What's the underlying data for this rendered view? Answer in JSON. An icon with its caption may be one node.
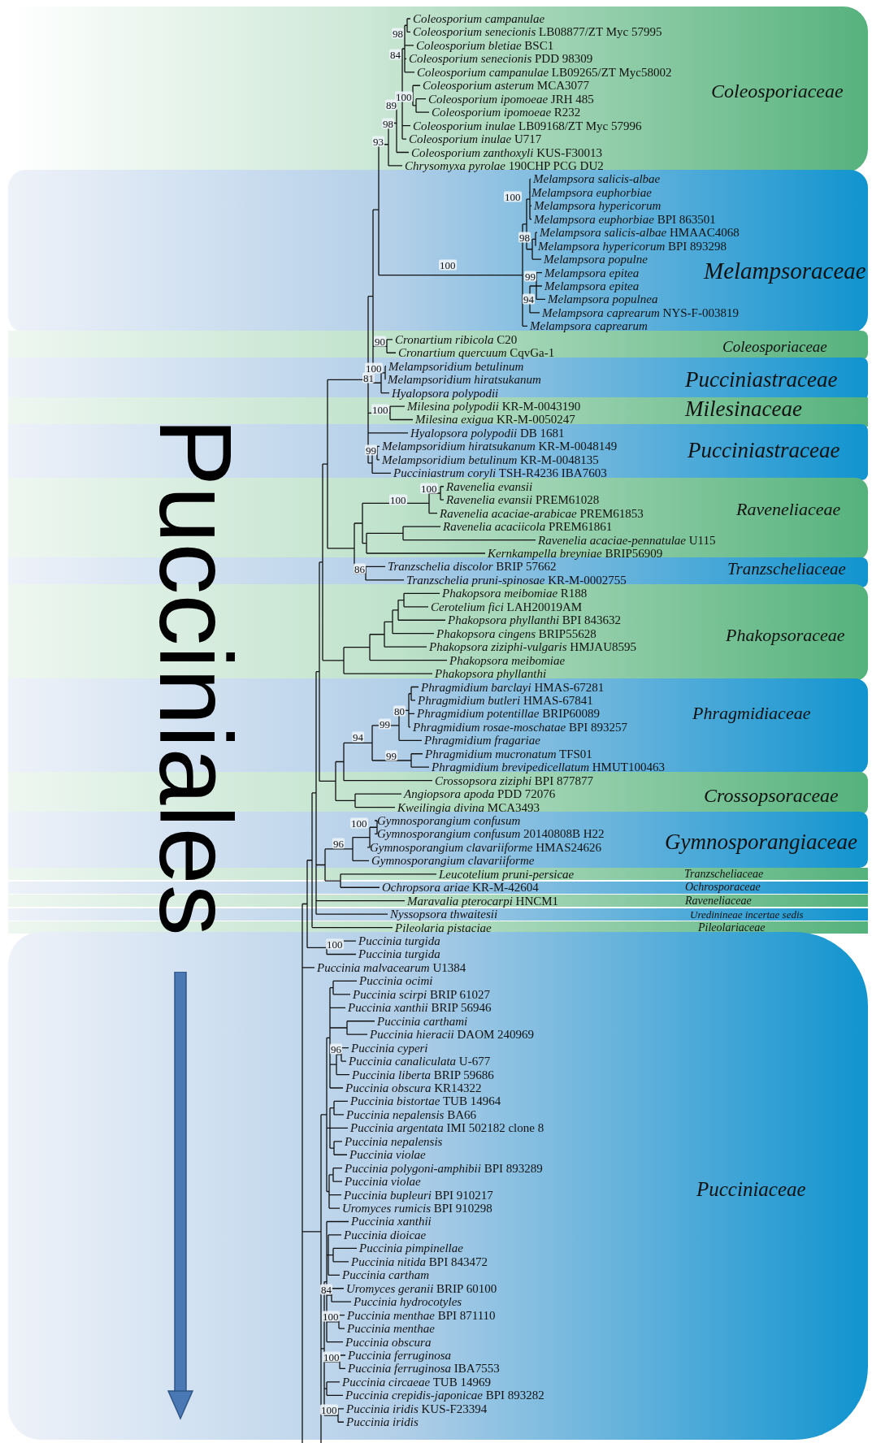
{
  "diagram": {
    "nodes": [
      {
        "text": [
          "Coleosporium campanulae",
          "*Coleosporium senecionis* LB08877/ZT Myc 57995",
          "*Coleosporium bletiae* BSC1",
          "*Coleosporium senecionis* PDD 98309",
          "*Coleosporium campanulae* LB09265/ZT Myc58002",
          "*Coleosporium asterum* MCA3077",
          "*Coleosporium ipomoeae* JRH 485",
          "*Coleosporium ipomoeae* R232",
          "*Coleosporium inulae* LB09168/ZT Myc 57996",
          "*Coleosporium inulae* U717",
          "*Coleosporium zanthoxyli* KUS-F30013",
          "*Chrysomyxa pyrolae* 190CHP PCG DU2",
          "Coleosporiaceae"
        ]
      },
      {
        "text": [
          "Melampsora salicis-albae",
          "Melampsora euphorbiae",
          "Melampsora hypericorum",
          "*Melampsora euphorbiae* BPI 863501",
          "*Melampsora salicis-albae* HMAAC4068",
          "*Melampsora hypericorum* BPI 893298",
          "Melampsora populne",
          "Melampsora epitea",
          "Melampsora epitea",
          "Melampsora populnea",
          "*Melampsora caprearum* NYS-F-003819",
          "Melampsora caprearum",
          "Melampsoraceae"
        ]
      },
      {
        "text": [
          "*Cronartium ribicola* C20",
          "*Cronartium quercuum* CqvGa-1",
          "Coleosporiaceae"
        ]
      },
      {
        "text": [
          "Melampsoridium betulinum",
          "Melampsoridium hiratsukanum",
          "Hyalopsora polypodii",
          "Pucciniastraceae"
        ]
      },
      {
        "text": [
          "*Milesina polypodii* KR-M-0043190",
          "*Milesina exigua* KR-M-0050247",
          "Milesinaceae"
        ]
      },
      {
        "text": [
          "*Hyalopsora polypodii* DB 1681",
          "*Melampsoridium hiratsukanum* KR-M-0048149",
          "*Melampsoridium betulinum* KR-M-0048135",
          "*Pucciniastrum coryli* TSH-R4236 IBA7603",
          "Pucciniastraceae"
        ]
      },
      {
        "text": [
          "Ravenelia evansii",
          "*Ravenelia evansii* PREM61028",
          "*Ravenelia acaciae-arabicae* PREM61853",
          "*Ravenelia acaciicola* PREM61861",
          "*Ravenelia acaciae-pennatulae* U115",
          "*Kernkampella breyniae* BRIP56909",
          "Raveneliaceae"
        ]
      },
      {
        "text": [
          "*Tranzschelia discolor* BRIP 57662",
          "*Tranzschelia pruni-spinosae* KR-M-0002755",
          "Tranzscheliaceae"
        ]
      },
      {
        "text": [
          "*Phakopsora meibomiae* R188",
          "*Cerotelium fici* LAH20019AM",
          "*Phakopsora phyllanthi* BPI 843632",
          "*Phakopsora cingens* BRIP55628",
          "*Phakopsora ziziphi-vulgaris* HMJAU8595",
          "Phakopsora meibomiae",
          "Phakopsora phyllanthi",
          "Phakopsoraceae"
        ]
      },
      {
        "text": [
          "*Phragmidium barclayi* HMAS-67281",
          "*Phragmidium butleri* HMAS-67841",
          "*Phragmidium potentillae* BRIP60089",
          "*Phragmidium rosae-moschatae* BPI 893257",
          "Phragmidium fragariae",
          "*Phragmidium mucronatum* TFS01",
          "*Phragmidium brevipedicellatum* HMUT100463",
          "Phragmidiaceae"
        ]
      },
      {
        "text": [
          "*Crossopsora ziziphi* BPI 877877",
          "*Angiopsora apoda* PDD 72076",
          "*Kweilingia divina* MCA3493",
          "Crossopsoraceae"
        ]
      },
      {
        "text": [
          "Gymnosporangium confusum",
          "*Gymnosporangium confusum* 20140808B H22",
          "*Gymnosporangium clavariiforme* HMAS24626",
          "Gymnosporangium clavariiforme",
          "Gymnosporangiaceae"
        ]
      },
      {
        "text": [
          "Leucotelium pruni-persicae",
          "Tranzscheliaceae"
        ]
      },
      {
        "text": [
          "*Ochropsora ariae* KR-M-42604",
          "Ochrosporaceae"
        ]
      },
      {
        "text": [
          "*Maravalia pterocarpi* HNCM1",
          "Raveneliaceae"
        ]
      },
      {
        "text": [
          "Nyssopsora thwaitesii",
          "Uredinineae incertae sedis"
        ]
      },
      {
        "text": [
          "Pileolaria pistaciae",
          "Pileolariaceae"
        ]
      },
      {
        "text": [
          "Puccinia turgida",
          "Puccinia turgida",
          "*Puccinia malvacearum* U1384",
          "Puccinia ocimi",
          "*Puccinia scirpi* BRIP 61027",
          "*Puccinia xanthii* BRIP 56946",
          "Puccinia carthami",
          "*Puccinia hieracii* DAOM 240969",
          "Puccinia cyperi",
          "*Puccinia canaliculata* U-677",
          "*Puccinia liberta* BRIP 59686",
          "*Puccinia obscura* KR14322",
          "*Puccinia bistortae* TUB 14964",
          "*Puccinia nepalensis* BA66",
          "*Puccinia argentata* IMI 502182 clone 8",
          "Puccinia nepalensis",
          "Puccinia violae",
          "*Puccinia polygoni-amphibii* BPI 893289",
          "Puccinia violae",
          "*Puccinia bupleuri* BPI 910217",
          "*Uromyces rumicis* BPI 910298",
          "Puccinia xanthii",
          "Puccinia dioicae",
          "Puccinia pimpinellae",
          "*Puccinia nitida* BPI 843472",
          "Puccinia cartham",
          "*Uromyces geranii* BRIP 60100",
          "Puccinia hydrocotyles",
          "*Puccinia menthae* BPI 871110",
          "Puccinia menthae",
          "Puccinia obscura",
          "Puccinia ferruginosa",
          "*Puccinia ferruginosa* IBA7553",
          "*Puccinia circaeae* TUB 14969",
          "*Puccinia crepidis-japonicae* BPI 893282",
          "*Puccinia iridis* KUS-F23394",
          "Puccinia iridis",
          "Pucciniaceae"
        ]
      }
    ],
    "labels": [
      "Pucciniales",
      "98",
      "84",
      "100",
      "89",
      "98",
      "93",
      "100",
      "98",
      "100",
      "99",
      "94",
      "90",
      "100",
      "81",
      "100",
      "99",
      "100",
      "100",
      "86",
      "80",
      "99",
      "94",
      "99",
      "100",
      "96",
      "100",
      "96",
      "84",
      "100",
      "100",
      "100"
    ]
  }
}
